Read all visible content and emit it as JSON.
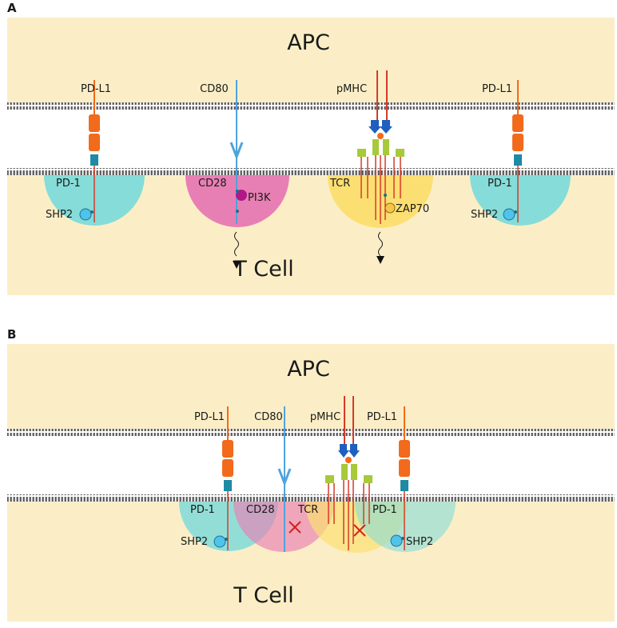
{
  "panels": {
    "a": {
      "letter": "A",
      "top_cell": "APC",
      "bottom_cell": "T Cell",
      "receptors": [
        "PD-L1",
        "CD80",
        "pMHC",
        "PD-L1"
      ],
      "regions": [
        "PD-1",
        "CD28",
        "TCR",
        "PD-1"
      ],
      "signals": [
        "SHP2",
        "PI3K",
        "ZAP70",
        "SHP2"
      ]
    },
    "b": {
      "letter": "B",
      "top_cell": "APC",
      "bottom_cell": "T Cell",
      "receptors": [
        "PD-L1",
        "CD80",
        "pMHC",
        "PD-L1"
      ],
      "regions": [
        "PD-1",
        "CD28",
        "TCR",
        "PD-1"
      ],
      "signals": [
        "SHP2",
        "SHP2"
      ]
    }
  },
  "colors": {
    "cell_fill": "#fbeec6",
    "membrane": "#555555",
    "pd1_region": "#86dcd8",
    "cd28_region": "#e87fb4",
    "tcr_region": "#fbdf72",
    "pdl1_protein": "#f26a1b",
    "cd80_protein": "#4fa3dc",
    "pmhc_stem": "#d63a2a",
    "mhc_blue": "#1f5fbf",
    "tcr_green": "#a7c93a",
    "teal_anchor": "#1f8aa3",
    "block_mark": "#d62020"
  }
}
